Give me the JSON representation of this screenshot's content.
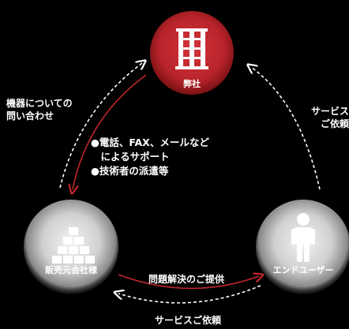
{
  "nodes": {
    "company": {
      "label": "弊社",
      "color": "#c0272d"
    },
    "distributor": {
      "label": "販売元会社様"
    },
    "enduser": {
      "label": "エンドユーザー"
    }
  },
  "labels": {
    "inquiry_line1": "機器についての",
    "inquiry_line2": "問い合わせ",
    "service_request_right_line1": "サービス",
    "service_request_right_line2": "ご依頼",
    "support_line1": "●電話、FAX、メールなど",
    "support_line2": "　によるサポート",
    "support_line3": "●技術者の派遣等",
    "problem_solving": "問題解決のご提供",
    "service_request_bottom": "サービスご依頼"
  },
  "colors": {
    "background": "#000000",
    "accent_red": "#c0272d",
    "dashed_arrow": "#ffffff"
  }
}
